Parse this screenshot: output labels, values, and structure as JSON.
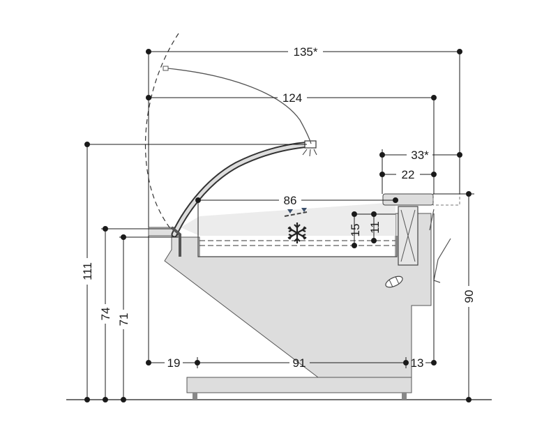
{
  "title": "",
  "dimensions": {
    "total_depth": "135*",
    "canopy_depth": "124",
    "rear_shelf_depth": "33*",
    "rear_shelf_inner": "22",
    "well_depth": "86",
    "well_height_15": "15",
    "well_height_11": "11",
    "front_overhang": "19",
    "base_depth": "91",
    "rear_offset": "13",
    "total_height": "111",
    "front_height": "74",
    "rail_height": "71",
    "rear_height": "90"
  },
  "symbols": {
    "refrigeration": "snowflake-icon",
    "rear_lamp": "lamp-icon"
  },
  "colors": {
    "body_fill": "#dddddd",
    "body_stroke": "#555555",
    "glass_fill": "#ececec",
    "rail": "#333333",
    "lines": "#1a1a1a",
    "accent_blue": "#3b4f6b"
  }
}
